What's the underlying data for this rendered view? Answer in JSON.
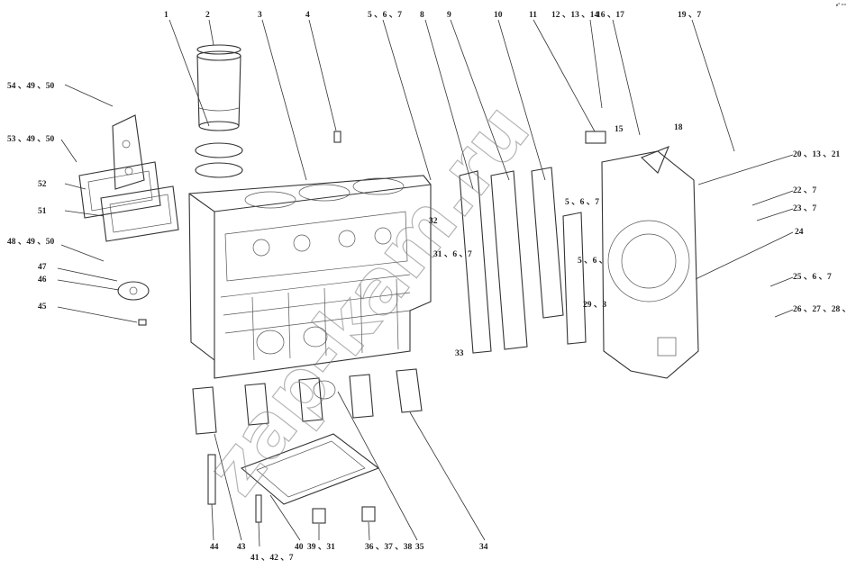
{
  "watermark": "zap-kam.ru",
  "corner_mark": "e° ==",
  "callouts": [
    {
      "id": "c1",
      "text": "1"
    },
    {
      "id": "c2",
      "text": "2"
    },
    {
      "id": "c3",
      "text": "3"
    },
    {
      "id": "c4",
      "text": "4"
    },
    {
      "id": "c5",
      "text": "5 、6 、7"
    },
    {
      "id": "c8",
      "text": "8"
    },
    {
      "id": "c9",
      "text": "9"
    },
    {
      "id": "c10",
      "text": "10"
    },
    {
      "id": "c11",
      "text": "11"
    },
    {
      "id": "c12",
      "text": "12 、13 、14"
    },
    {
      "id": "c16",
      "text": "16 、17"
    },
    {
      "id": "c19",
      "text": "19 、7"
    },
    {
      "id": "c15",
      "text": "15"
    },
    {
      "id": "c18",
      "text": "18"
    },
    {
      "id": "c20",
      "text": "20 、13 、21"
    },
    {
      "id": "c22",
      "text": "22 、7"
    },
    {
      "id": "c23",
      "text": "23 、7"
    },
    {
      "id": "c24",
      "text": "24"
    },
    {
      "id": "c25",
      "text": "25 、6 、7"
    },
    {
      "id": "c26",
      "text": "26 、27 、28 、"
    },
    {
      "id": "c54",
      "text": "54 、49 、50"
    },
    {
      "id": "c53",
      "text": "53 、49 、50"
    },
    {
      "id": "c52",
      "text": "52"
    },
    {
      "id": "c51",
      "text": "51"
    },
    {
      "id": "c48",
      "text": "48 、49 、50"
    },
    {
      "id": "c47",
      "text": "47"
    },
    {
      "id": "c46",
      "text": "46"
    },
    {
      "id": "c45",
      "text": "45"
    },
    {
      "id": "c32",
      "text": "32"
    },
    {
      "id": "c31",
      "text": "31 、6 、7"
    },
    {
      "id": "c567b",
      "text": "5 、6 、7"
    },
    {
      "id": "c56c",
      "text": "5 、6 、"
    },
    {
      "id": "c29",
      "text": "29 、3"
    },
    {
      "id": "c33",
      "text": "33"
    },
    {
      "id": "c44",
      "text": "44"
    },
    {
      "id": "c43",
      "text": "43"
    },
    {
      "id": "c41",
      "text": "41 、42 、7"
    },
    {
      "id": "c40",
      "text": "40"
    },
    {
      "id": "c39",
      "text": "39 、31"
    },
    {
      "id": "c36",
      "text": "36 、37 、38"
    },
    {
      "id": "c35",
      "text": "35"
    },
    {
      "id": "c34",
      "text": "34"
    }
  ]
}
